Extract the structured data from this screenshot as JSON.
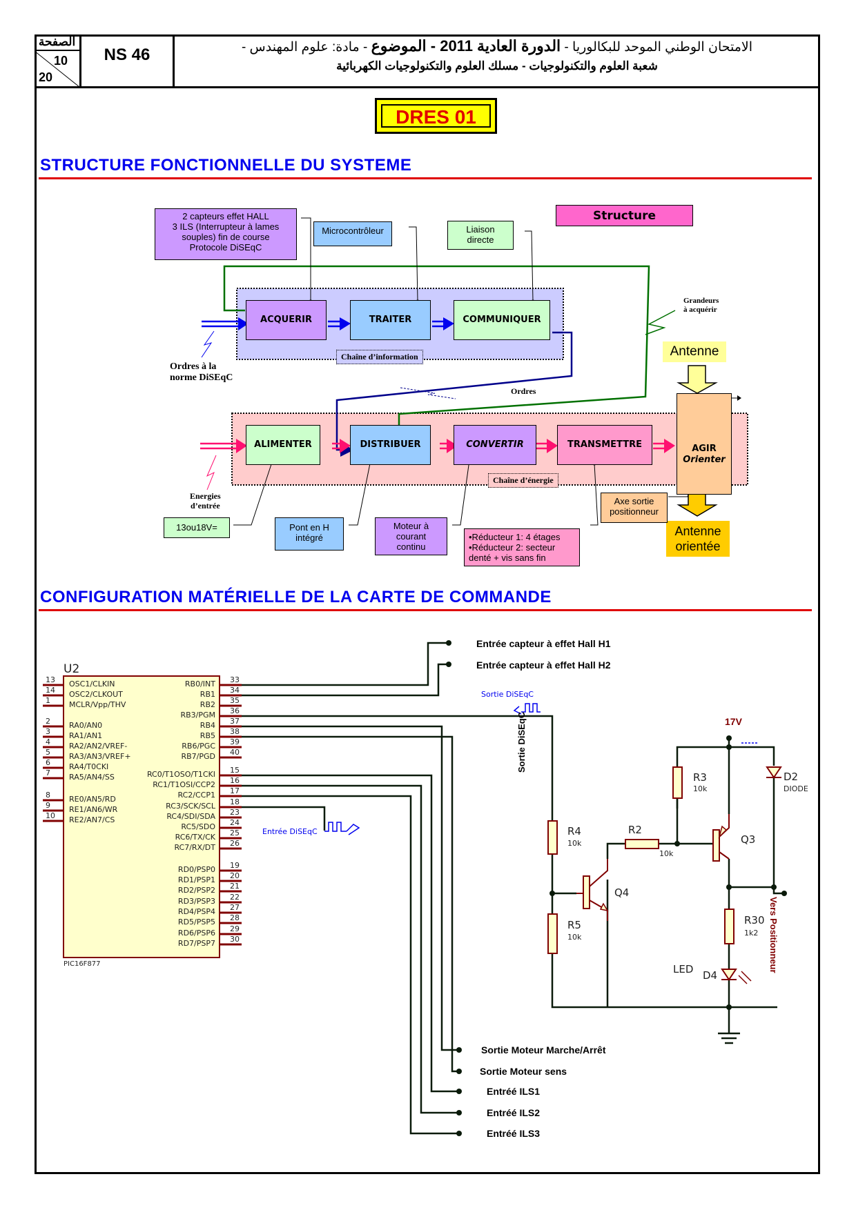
{
  "header": {
    "page_label": "الصفحة",
    "page_number": "10",
    "page_total": "20",
    "code": "NS 46",
    "line1_part1": "الامتحان الوطني الموحد للبكالوريا - ",
    "line1_bold": "الدورة العادية 2011 - الموضوع",
    "line1_part2": " - مادة: علوم المهندس -",
    "line2": "شعبة العلوم والتكنولوجيات - مسلك العلوم والتكنولوجيات الكهربائية"
  },
  "doc_title": "DRES 01",
  "section1": {
    "title": "STRUCTURE FONCTIONNELLE DU SYSTEME",
    "structure_label": "Structure",
    "note_sensors": [
      "2 capteurs effet HALL",
      "3 ILS (Interrupteur à lames",
      "souples)   fin de course",
      "Protocole DiSEqC"
    ],
    "note_micro": "Microcontrôleur",
    "note_liaison": [
      "Liaison",
      "directe"
    ],
    "info_chain": {
      "label": "Chaîne d’information",
      "functions": [
        "ACQUERIR",
        "TRAITER",
        "COMMUNIQUER"
      ]
    },
    "energy_chain": {
      "label": "Chaîne d’énergie",
      "functions": [
        "ALIMENTER",
        "DISTRIBUER",
        "CONVERTIR",
        "TRANSMETTRE"
      ]
    },
    "agir": [
      "AGIR",
      "Orienter"
    ],
    "orders_input": [
      "Ordres à la",
      "norme DiSEqC"
    ],
    "orders": "Ordres",
    "grandeurs": [
      "Grandeurs",
      "à acquérir"
    ],
    "energies": [
      "Energies",
      "d’entrée"
    ],
    "antenne": "Antenne",
    "antenne_orientee": [
      "Antenne",
      "orientée"
    ],
    "note_voltage": "13ou18V=",
    "note_pont": [
      "Pont en H",
      "intégré"
    ],
    "note_moteur": [
      "Moteur à",
      "courant",
      "continu"
    ],
    "note_reducteur": [
      "•Réducteur 1: 4 étages",
      "•Réducteur 2:  secteur",
      "denté + vis sans fin"
    ],
    "note_axe": [
      "Axe sortie",
      "positionneur"
    ]
  },
  "section2": {
    "title": "CONFIGURATION MATÉRIELLE DE LA CARTE DE COMMANDE",
    "chip_ref": "U2",
    "chip_name": "PIC16F877",
    "left_pins": [
      {
        "num": "13",
        "name": "OSC1/CLKIN"
      },
      {
        "num": "14",
        "name": "OSC2/CLKOUT"
      },
      {
        "num": "1",
        "name": "MCLR/Vpp/THV"
      },
      {
        "num": "2",
        "name": "RA0/AN0"
      },
      {
        "num": "3",
        "name": "RA1/AN1"
      },
      {
        "num": "4",
        "name": "RA2/AN2/VREF-"
      },
      {
        "num": "5",
        "name": "RA3/AN3/VREF+"
      },
      {
        "num": "6",
        "name": "RA4/T0CKI"
      },
      {
        "num": "7",
        "name": "RA5/AN4/SS"
      },
      {
        "num": "8",
        "name": "RE0/AN5/RD"
      },
      {
        "num": "9",
        "name": "RE1/AN6/WR"
      },
      {
        "num": "10",
        "name": "RE2/AN7/CS"
      }
    ],
    "right_pins": [
      {
        "num": "33",
        "name": "RB0/INT"
      },
      {
        "num": "34",
        "name": "RB1"
      },
      {
        "num": "35",
        "name": "RB2"
      },
      {
        "num": "36",
        "name": "RB3/PGM"
      },
      {
        "num": "37",
        "name": "RB4"
      },
      {
        "num": "38",
        "name": "RB5"
      },
      {
        "num": "39",
        "name": "RB6/PGC"
      },
      {
        "num": "40",
        "name": "RB7/PGD"
      },
      {
        "num": "15",
        "name": "RC0/T1OSO/T1CKI"
      },
      {
        "num": "16",
        "name": "RC1/T1OSI/CCP2"
      },
      {
        "num": "17",
        "name": "RC2/CCP1"
      },
      {
        "num": "18",
        "name": "RC3/SCK/SCL"
      },
      {
        "num": "23",
        "name": "RC4/SDI/SDA"
      },
      {
        "num": "24",
        "name": "RC5/SDO"
      },
      {
        "num": "25",
        "name": "RC6/TX/CK"
      },
      {
        "num": "26",
        "name": "RC7/RX/DT"
      },
      {
        "num": "19",
        "name": "RD0/PSP0"
      },
      {
        "num": "20",
        "name": "RD1/PSP1"
      },
      {
        "num": "21",
        "name": "RD2/PSP2"
      },
      {
        "num": "22",
        "name": "RD3/PSP3"
      },
      {
        "num": "27",
        "name": "RD4/PSP4"
      },
      {
        "num": "28",
        "name": "RD5/PSP5"
      },
      {
        "num": "29",
        "name": "RD6/PSP6"
      },
      {
        "num": "30",
        "name": "RD7/PSP7"
      }
    ],
    "signals": {
      "hall1": "Entrée capteur à effet Hall H1",
      "hall2": "Entrée capteur à effet Hall H2",
      "sortie_diseqc_small": "Sortie DiSEqC",
      "sortie_diseqc_vert": "Sortie DiSEqC",
      "entree_diseqc": "Entrée DiSEqC",
      "moteur_marche": "Sortie Moteur Marche/Arrêt",
      "moteur_sens": "Sortie Moteur sens",
      "ils1": "Entréé ILS1",
      "ils2": "Entréé ILS2",
      "ils3": "Entréé ILS3",
      "vers_positionneur": "Vers Positionneur"
    },
    "components": {
      "supply": "17V",
      "r3": {
        "ref": "R3",
        "value": "10k"
      },
      "r2": {
        "ref": "R2",
        "value": "10k"
      },
      "r4": {
        "ref": "R4",
        "value": "10k"
      },
      "r5": {
        "ref": "R5",
        "value": "10k"
      },
      "r30": {
        "ref": "R30",
        "value": "1k2"
      },
      "q3": "Q3",
      "q4": "Q4",
      "d2": {
        "ref": "D2",
        "value": "DIODE"
      },
      "d4": {
        "ref": "D4",
        "label": "LED"
      }
    }
  }
}
